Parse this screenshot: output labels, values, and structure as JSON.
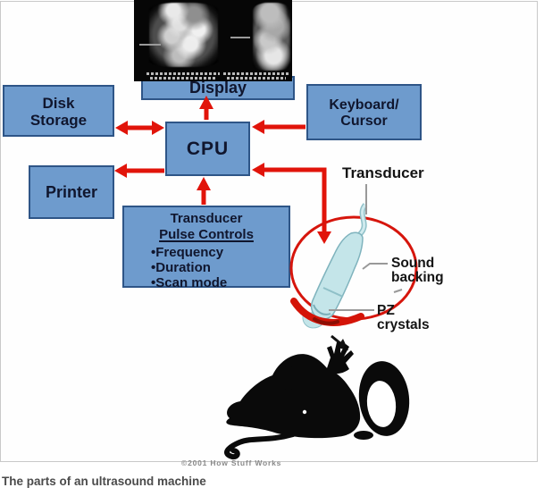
{
  "boxes": {
    "display": {
      "label": "Display"
    },
    "disk_storage": {
      "line1": "Disk",
      "line2": "Storage"
    },
    "keyboard": {
      "line1": "Keyboard/",
      "line2": "Cursor"
    },
    "cpu": {
      "label": "CPU"
    },
    "printer": {
      "label": "Printer"
    },
    "pulse_controls": {
      "line1": "Transducer",
      "line2": "Pulse Controls",
      "bullets": [
        "•Frequency",
        "•Duration",
        "•Scan mode"
      ]
    }
  },
  "annotations": {
    "transducer": "Transducer",
    "sound_backing": {
      "line1": "Sound",
      "line2": "backing"
    },
    "pz_crystals": {
      "line1": "PZ",
      "line2": "crystals"
    }
  },
  "footer": {
    "copyright": "©2001 How Stuff Works",
    "caption": "The parts of an ultrasound machine"
  },
  "colors": {
    "box_fill": "#6e9bcd",
    "box_border": "#2e5587",
    "label_navy": "#10162e",
    "arrow_red": "#e1140a",
    "circle_red": "#d6150c",
    "probe_fill": "#c4e5e9",
    "scan_bg": "#060606"
  }
}
